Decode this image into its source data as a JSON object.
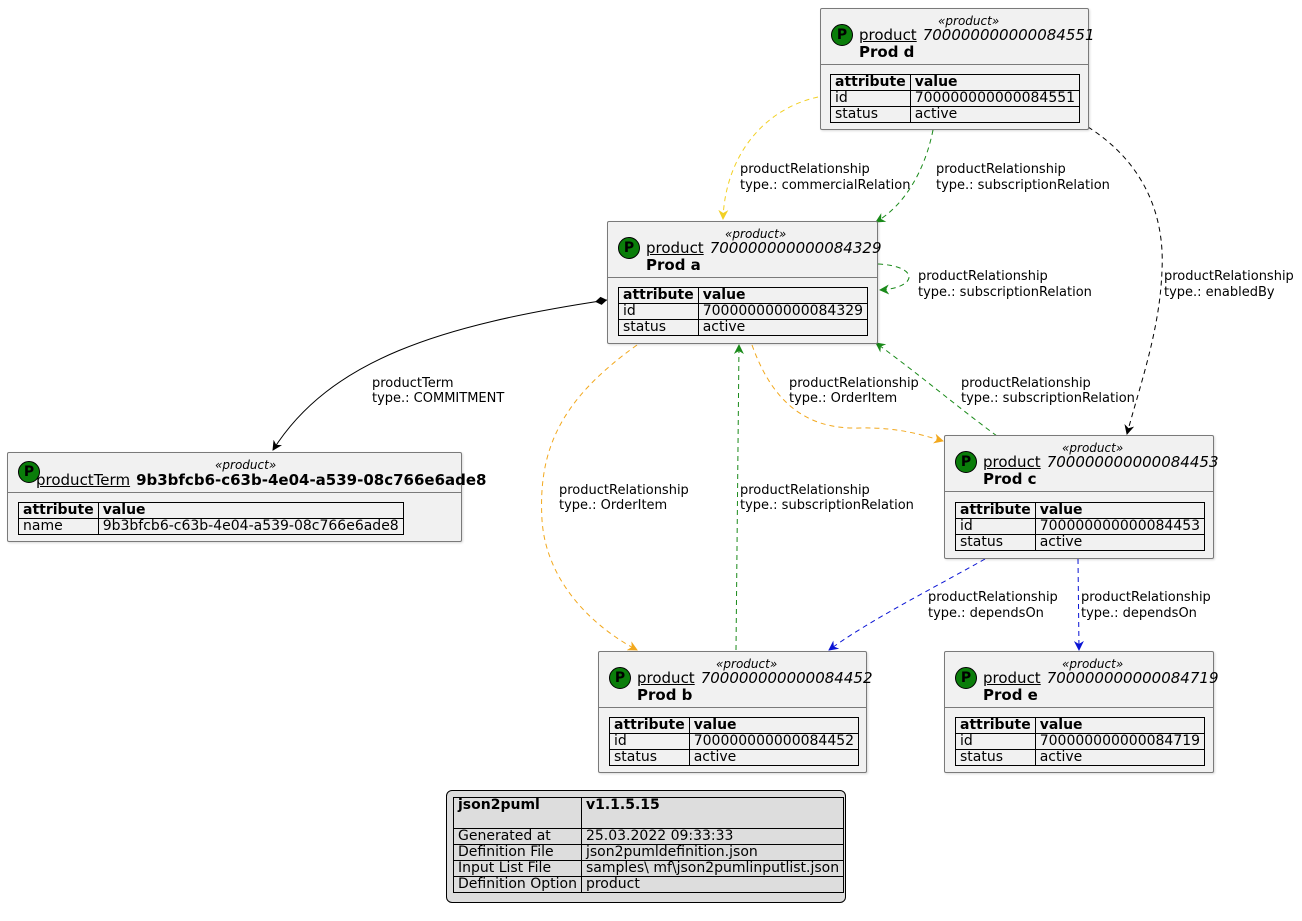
{
  "stereotype": "«product»",
  "circle_letter": "P",
  "attr_header": {
    "attribute": "attribute",
    "value": "value"
  },
  "nodes": {
    "prod_d": {
      "cls": "product",
      "oid": "700000000000084551",
      "name": "Prod d",
      "rows": [
        {
          "k": "id",
          "v": "700000000000084551"
        },
        {
          "k": "status",
          "v": "active"
        }
      ]
    },
    "prod_a": {
      "cls": "product",
      "oid": "700000000000084329",
      "name": "Prod a",
      "rows": [
        {
          "k": "id",
          "v": "700000000000084329"
        },
        {
          "k": "status",
          "v": "active"
        }
      ]
    },
    "prod_c": {
      "cls": "product",
      "oid": "700000000000084453",
      "name": "Prod c",
      "rows": [
        {
          "k": "id",
          "v": "700000000000084453"
        },
        {
          "k": "status",
          "v": "active"
        }
      ]
    },
    "prod_b": {
      "cls": "product",
      "oid": "700000000000084452",
      "name": "Prod b",
      "rows": [
        {
          "k": "id",
          "v": "700000000000084452"
        },
        {
          "k": "status",
          "v": "active"
        }
      ]
    },
    "prod_e": {
      "cls": "product",
      "oid": "700000000000084719",
      "name": "Prod e",
      "rows": [
        {
          "k": "id",
          "v": "700000000000084719"
        },
        {
          "k": "status",
          "v": "active"
        }
      ]
    },
    "term": {
      "cls": "productTerm",
      "name": "9b3bfcb6-c63b-4e04-a539-08c766e6ade8",
      "rows": [
        {
          "k": "name",
          "v": "9b3bfcb6-c63b-4e04-a539-08c766e6ade8"
        }
      ]
    }
  },
  "edges": [
    {
      "id": "d_a_commercial",
      "color": "#f2d024",
      "line1": "productRelationship",
      "line2": "type.: commercialRelation"
    },
    {
      "id": "d_a_subscription",
      "color": "#1a8a1a",
      "line1": "productRelationship",
      "line2": "type.: subscriptionRelation"
    },
    {
      "id": "d_c_enabled",
      "color": "#000000",
      "line1": "productRelationship",
      "line2": "type.: enabledBy"
    },
    {
      "id": "a_a_self",
      "color": "#1a8a1a",
      "line1": "productRelationship",
      "line2": "type.: subscriptionRelation"
    },
    {
      "id": "a_term",
      "color": "#000000",
      "line1": "productTerm",
      "line2": "type.: COMMITMENT"
    },
    {
      "id": "a_c_order",
      "color": "#f2a81d",
      "line1": "productRelationship",
      "line2": "type.: OrderItem"
    },
    {
      "id": "c_a_subscription",
      "color": "#1a8a1a",
      "line1": "productRelationship",
      "line2": "type.: subscriptionRelation"
    },
    {
      "id": "a_b_order",
      "color": "#f2a81d",
      "line1": "productRelationship",
      "line2": "type.: OrderItem"
    },
    {
      "id": "b_a_subscription",
      "color": "#1a8a1a",
      "line1": "productRelationship",
      "line2": "type.: subscriptionRelation"
    },
    {
      "id": "c_b_depends",
      "color": "#0a14d4",
      "line1": "productRelationship",
      "line2": "type.: dependsOn"
    },
    {
      "id": "c_e_depends",
      "color": "#0a14d4",
      "line1": "productRelationship",
      "line2": "type.: dependsOn"
    }
  ],
  "legend": {
    "title_k": "json2puml",
    "title_v": "v1.1.5.15",
    "rows": [
      {
        "k": "Generated at",
        "v": "25.03.2022 09:33:33"
      },
      {
        "k": "Definition File",
        "v": "json2pumldefinition.json"
      },
      {
        "k": "Input List File",
        "v": "samples\\ mf\\json2pumlinputlist.json"
      },
      {
        "k": "Definition Option",
        "v": "product"
      }
    ]
  }
}
